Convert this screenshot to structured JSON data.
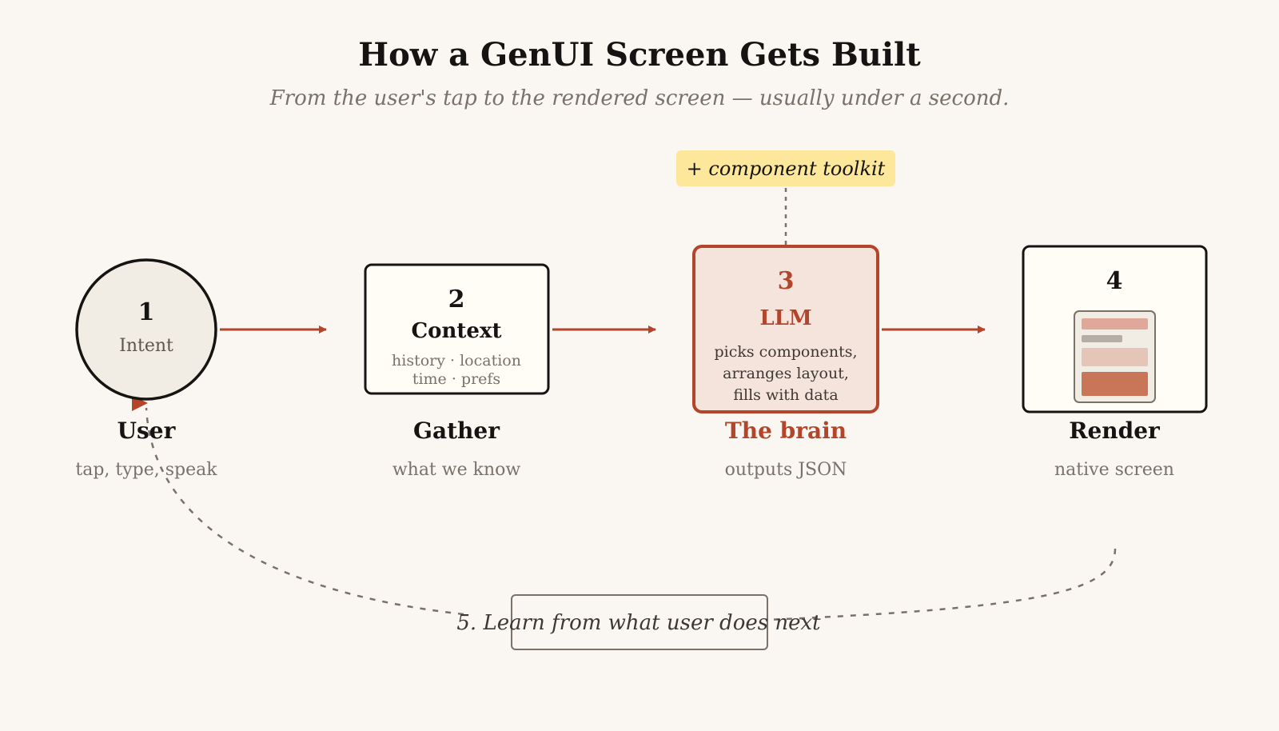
{
  "header": {
    "title": "How a GenUI Screen Gets Built",
    "subtitle": "From the user's tap to the rendered screen — usually under a second."
  },
  "toolkit_note": "+ component toolkit",
  "steps": [
    {
      "number": "1",
      "label": "Intent",
      "role": "User",
      "description": "tap, type, speak"
    },
    {
      "number": "2",
      "label": "Context",
      "detail_lines": [
        "history · location",
        "time · prefs"
      ],
      "role": "Gather",
      "description": "what we know"
    },
    {
      "number": "3",
      "label": "LLM",
      "detail_lines": [
        "picks components,",
        "arranges layout,",
        "fills with data"
      ],
      "role": "The brain",
      "description": "outputs JSON"
    },
    {
      "number": "4",
      "role": "Render",
      "description": "native screen",
      "icon": "phone-screen-icon"
    }
  ],
  "feedback_loop": {
    "label": "5. Learn from what user does next"
  },
  "colors": {
    "background": "#faf7f3",
    "accent": "#b2452a",
    "accent_fill": "#f5e4dc",
    "toolkit_fill": "#fde79b",
    "ink": "#161412",
    "muted": "#7a7169"
  }
}
